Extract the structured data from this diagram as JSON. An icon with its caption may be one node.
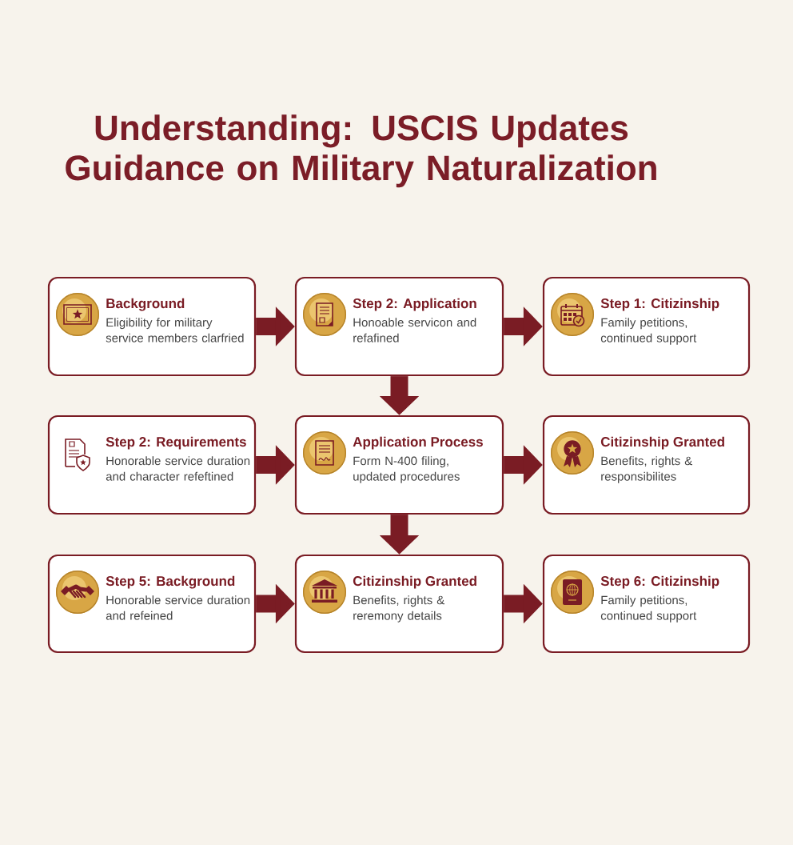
{
  "diagram": {
    "title": "Understanding: USCIS Updates Guidance on Military Naturalization",
    "nodes": [
      {
        "text": [
          "Background",
          "Eligibility for military service members clarfried"
        ]
      },
      {
        "text": [
          "Step 2: Application",
          "Honoable servicon and refafined"
        ]
      },
      {
        "text": [
          "Step 1: Citizinship",
          "Family petitions, continued support"
        ]
      },
      {
        "text": [
          "Step 2: Requirements",
          "Honorable service duration and character refeftined"
        ]
      },
      {
        "text": [
          "Application Process",
          "Form N-400 filing, updated procedures"
        ]
      },
      {
        "text": [
          "Citizinship Granted",
          "Benefits, rights & responsibilites"
        ]
      },
      {
        "text": [
          "Step 5: Background",
          "Honorable service duration and refeined"
        ]
      },
      {
        "text": [
          "Citizinship Granted",
          "Benefits, rights & reremony details"
        ]
      },
      {
        "text": [
          "Step 6: Citizinship",
          "Family petitions, continued support"
        ]
      }
    ],
    "edges": [
      {
        "from": 0,
        "to": 1,
        "arrow": "to"
      },
      {
        "from": 1,
        "to": 2,
        "arrow": "to"
      },
      {
        "from": 1,
        "to": 4,
        "arrow": "to"
      },
      {
        "from": 3,
        "to": 4,
        "arrow": "to"
      },
      {
        "from": 4,
        "to": 5,
        "arrow": "to"
      },
      {
        "from": 4,
        "to": 7,
        "arrow": "to"
      },
      {
        "from": 6,
        "to": 7,
        "arrow": "to"
      },
      {
        "from": 7,
        "to": 8,
        "arrow": "to"
      }
    ]
  }
}
